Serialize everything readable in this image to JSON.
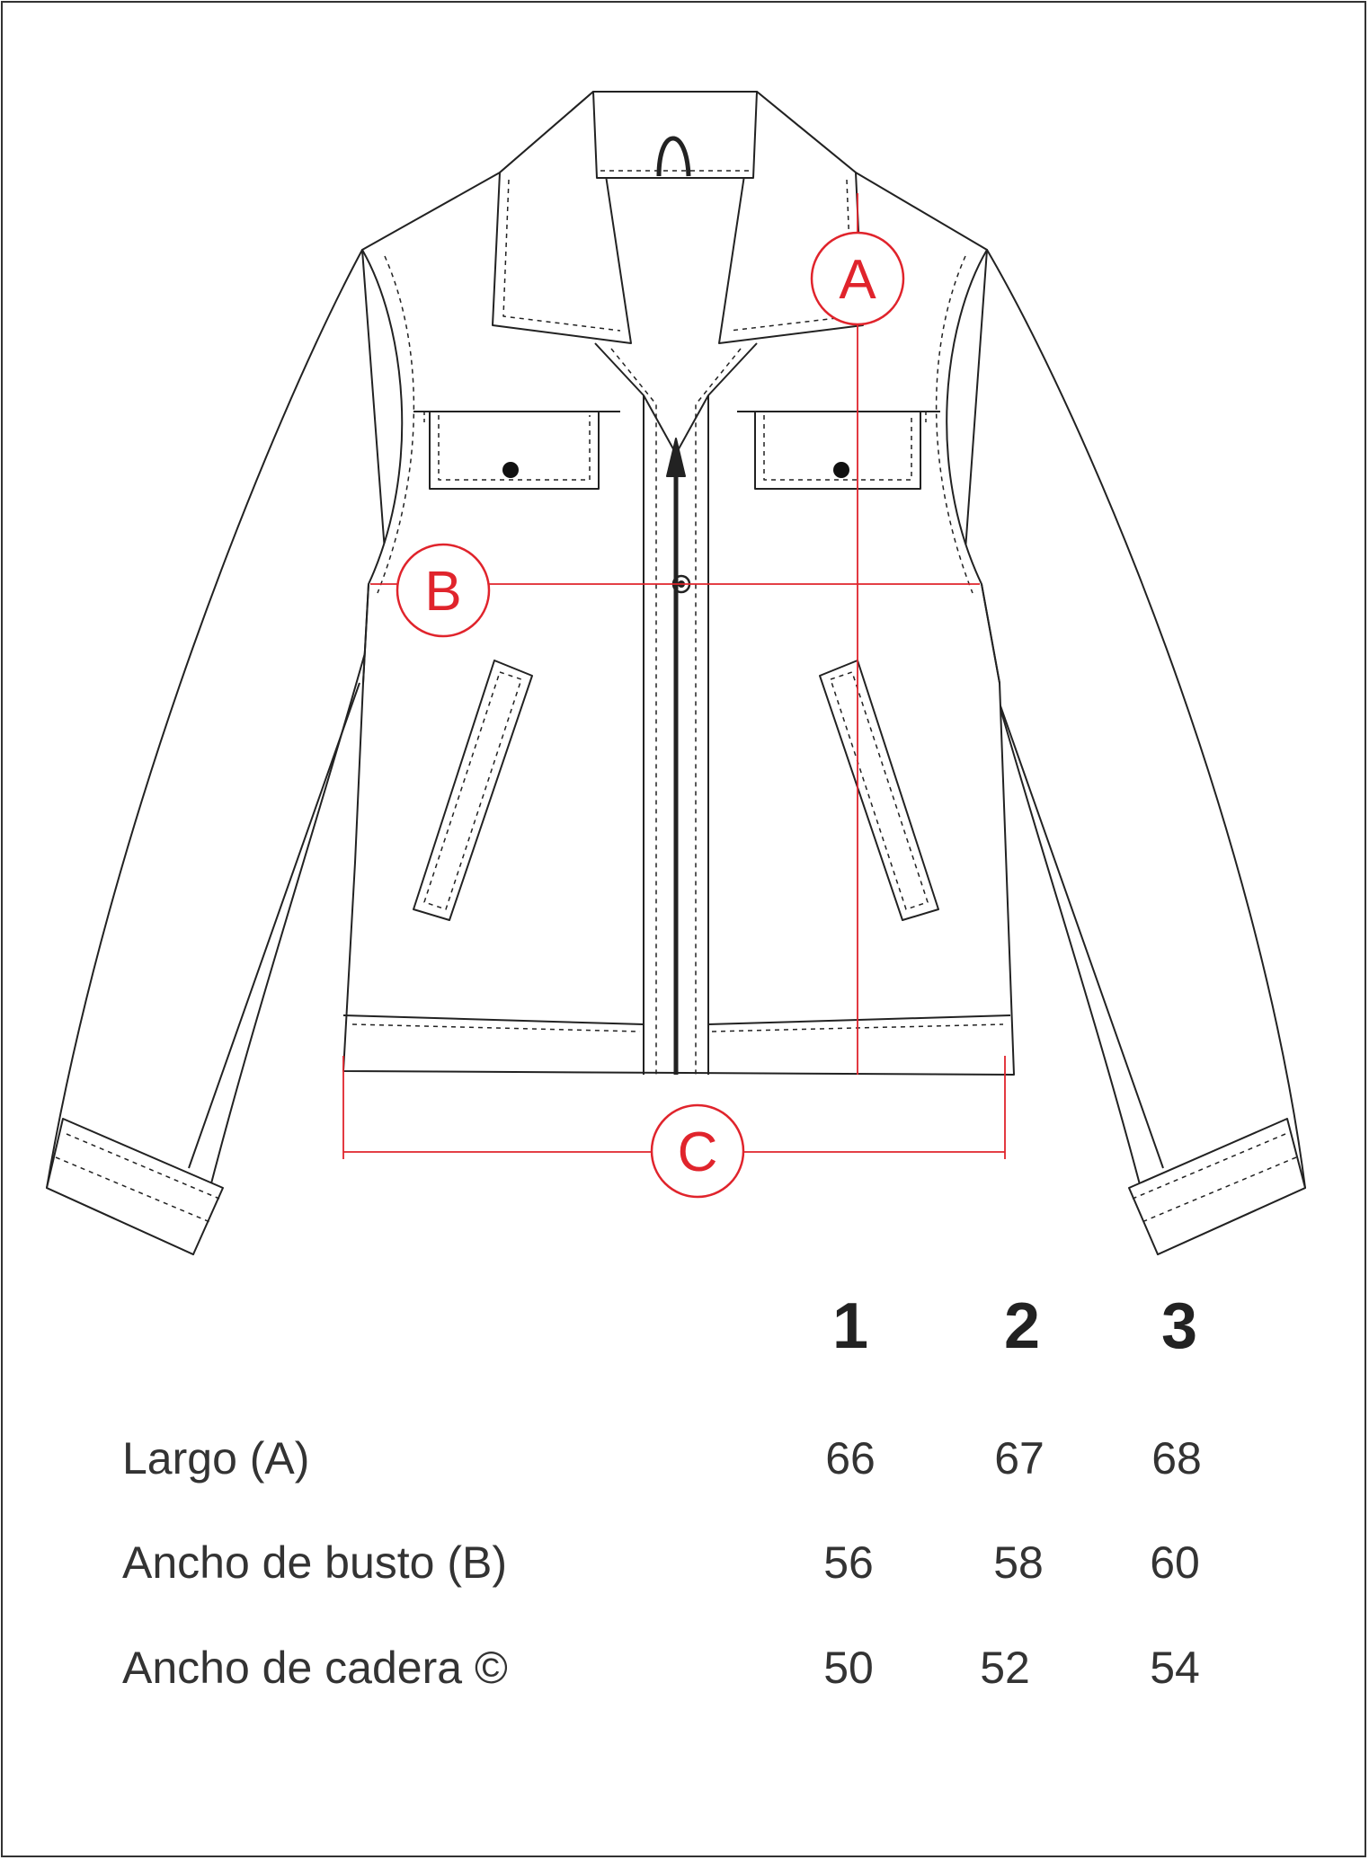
{
  "labels": {
    "a": "A",
    "b": "B",
    "c": "C"
  },
  "table": {
    "sizes": [
      "1",
      "2",
      "3"
    ],
    "rows": [
      {
        "label": "Largo (A)",
        "values": [
          "66",
          "67",
          "68"
        ]
      },
      {
        "label": "Ancho de busto (B)",
        "values": [
          "56",
          "58",
          "60"
        ]
      },
      {
        "label": "Ancho de cadera  ©",
        "values": [
          "50",
          "52",
          "54"
        ]
      }
    ]
  },
  "colors": {
    "measure": "#e0242c",
    "outline": "#222222"
  }
}
